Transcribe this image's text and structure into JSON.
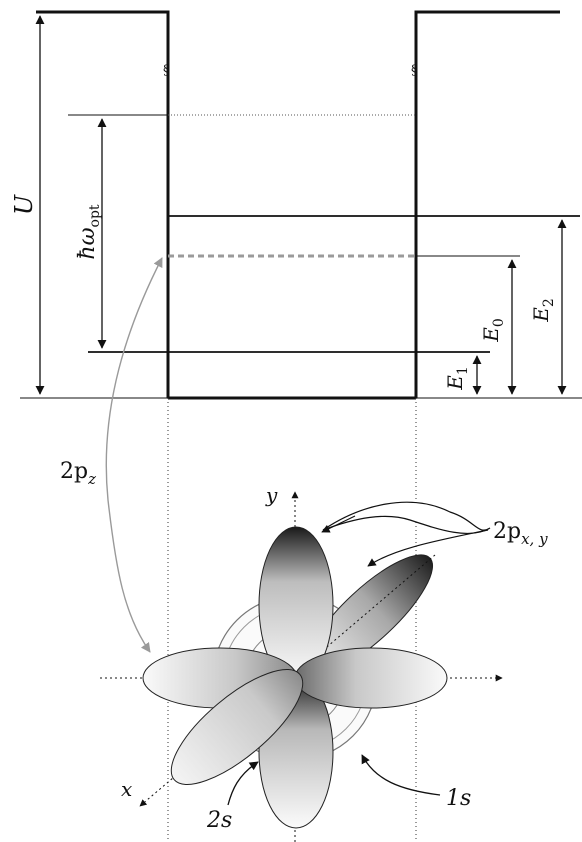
{
  "labels": {
    "U": "U",
    "hbar": "ħω",
    "hbar_sub": "opt",
    "E0": "E",
    "E0_sub": "0",
    "E1": "E",
    "E1_sub": "1",
    "E2": "E",
    "E2_sub": "2",
    "p2z": "2p",
    "p2z_sub": "z",
    "p2xy": "2p",
    "p2xy_sub": "x, y",
    "s2": "2s",
    "s1": "1s",
    "axis_x": "x",
    "axis_y": "y"
  },
  "colors": {
    "line": "#111111",
    "dashed_level": "#999999",
    "grey_arrow": "#9a9a9a"
  }
}
